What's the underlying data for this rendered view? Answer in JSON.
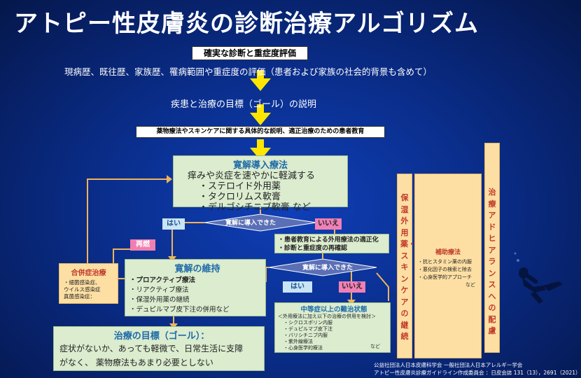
{
  "title": "アトピー性皮膚炎の診断治療アルゴリズム",
  "step1": {
    "box_label": "確実な診断と重症度評価",
    "subtext": "現病歴、既往歴、家族歴、罹病範囲や重症度の評価（患者および家族の社会的背景も含めて）"
  },
  "step2": {
    "text": "疾患と治療の目標（ゴール）の説明"
  },
  "step3": {
    "text": "薬物療法やスキンケアに関する具体的な説明、適正治療のための患者教育"
  },
  "induction": {
    "title": "寛解導入療法",
    "lead": "痒みや炎症を速やかに軽減する",
    "items": [
      "・ステロイド外用薬",
      "・タクロリムス軟膏",
      "・デルゴシチニブ軟膏 など"
    ]
  },
  "decision1": {
    "label": "寛解に導入できた",
    "yes": "はい",
    "no": "いいえ"
  },
  "relapse": "再燃",
  "complication": {
    "title": "合併症治療",
    "items": [
      "・細菌感染症、",
      "ウイルス感染症",
      "真菌感染症："
    ]
  },
  "maintenance": {
    "title": "寛解の維持",
    "items": [
      "・プロアクティブ療法",
      "・リアクティブ療法",
      "・保湿外用薬の継続",
      "・デュピルマブ皮下注の併用など"
    ]
  },
  "review": {
    "items": [
      "・患者教育による外用療法の適正化",
      "・診断と重症度の再確認"
    ]
  },
  "decision2": {
    "label": "寛解に導入できた",
    "yes": "はい",
    "no": "いいえ"
  },
  "refractory": {
    "title": "中等症以上の難治状態",
    "subtitle": "＜外用療法に加え以下の治療の併用を検討＞",
    "items": [
      "・シクロスポリン内服",
      "・デュピルマブ皮下注",
      "・バリシチニブ内服",
      "・紫外線療法",
      "・心身医学的療法"
    ],
    "etc": "など"
  },
  "goal": {
    "title": "治療の目標（ゴール）：",
    "text_line1": "症状がないか、あっても軽微で、日常生活に支障",
    "text_line2": "がなく、 薬物療法もあまり必要としない"
  },
  "moisturizer_column": "保湿外用薬・スキンケアの継続",
  "adjunct": {
    "title": "補助療法",
    "items": [
      "・抗ヒスタミン薬の内服",
      "・悪化因子の検索と除去",
      "・心身医学的アプローチ"
    ],
    "etc": "など"
  },
  "adherence_column": "治療アドヒアランスへの配慮",
  "citation": {
    "line1": "公益社団法人日本皮膚科学会 一般社団法人日本アレルギー学会",
    "line2": "アトピー性皮膚炎診療ガイドライン作成委員会 ：日皮会誌 131（13），2691（2021）"
  },
  "colors": {
    "arrow": "#ffe600",
    "green_box": "#dbeccf",
    "orange_box": "#fddfa3",
    "diamond": "#5a6fb5",
    "title_blue": "#1f6aa8"
  }
}
